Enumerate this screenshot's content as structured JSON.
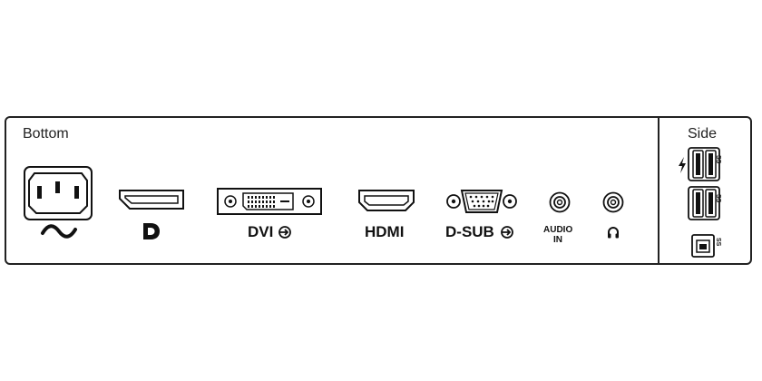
{
  "sections": {
    "bottom": "Bottom",
    "side": "Side"
  },
  "ports": {
    "power": {
      "icon": "ac-power-inlet-icon",
      "symbol": "~"
    },
    "displayport": {
      "icon": "displayport-icon"
    },
    "dvi": {
      "label": "DVI",
      "icon": "dvi-connector-icon"
    },
    "hdmi": {
      "label": "HDMI",
      "icon": "hdmi-connector-icon"
    },
    "dsub": {
      "label": "D-SUB",
      "icon": "vga-connector-icon"
    },
    "audio_in": {
      "label_line1": "AUDIO",
      "label_line2": "IN",
      "icon": "audio-jack-icon"
    },
    "headphone": {
      "icon": "headphone-icon"
    },
    "usb": {
      "fast_charge": {
        "icon": "lightning-icon",
        "badge": "SS"
      },
      "downstream": {
        "icon": "usb-a-icon",
        "badge": "SS"
      },
      "upstream": {
        "icon": "usb-b-icon",
        "badge": "SS"
      }
    }
  }
}
